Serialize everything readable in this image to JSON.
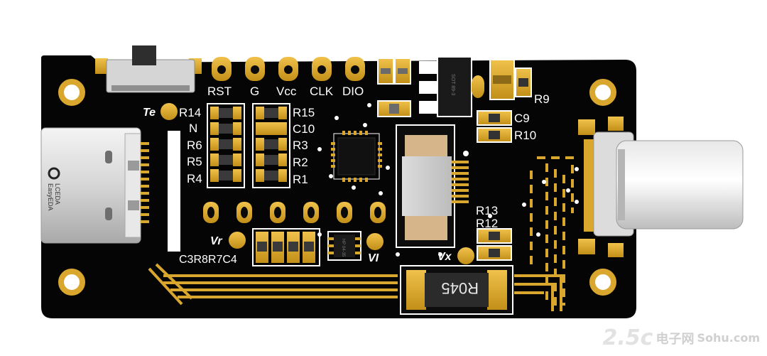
{
  "header_labels": [
    "RST",
    "G",
    "Vcc",
    "CLK",
    "DIO"
  ],
  "left_labels": [
    "R14",
    "N",
    "R6",
    "R5",
    "R4"
  ],
  "right_labels": [
    "R15",
    "C10",
    "R3",
    "R2",
    "R1"
  ],
  "bottom_label": "C3R8R7C4",
  "test_points": {
    "te": "Te",
    "vr": "Vr",
    "vi": "VI",
    "vx": "Vx"
  },
  "top_right": {
    "r9": "R9",
    "c9": "C9",
    "r10": "R10"
  },
  "mid_right": {
    "r13": "R13",
    "r12": "R12"
  },
  "sot_marking": "SOT 89-3",
  "ic_marking": "HP 04-35",
  "shunt_marking": "R045",
  "silkscreen_logo": [
    "LCEDA",
    "EasyEDA"
  ],
  "watermark": {
    "big": "2.5c",
    "site": "电子网",
    "sub": "Sohu.com"
  },
  "colors": {
    "pcb": "#050505",
    "gold": "#d9a72d",
    "silk": "#ffffff",
    "metal": "#c9c9c9"
  }
}
